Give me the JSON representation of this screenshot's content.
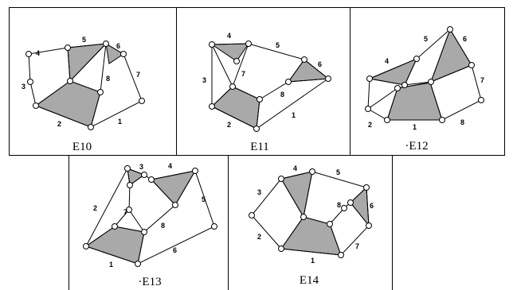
{
  "panels": [
    {
      "id": "e10",
      "caption": "E10",
      "edge_labels": [
        "1",
        "2",
        "3",
        "4",
        "5",
        "6",
        "7",
        "8"
      ]
    },
    {
      "id": "e11",
      "caption": "E11",
      "edge_labels": [
        "1",
        "2",
        "3",
        "4",
        "5",
        "6",
        "7",
        "8"
      ]
    },
    {
      "id": "e12",
      "caption": "·E12",
      "edge_labels": [
        "1",
        "2",
        "4",
        "5",
        "6",
        "7",
        "8"
      ]
    },
    {
      "id": "e13",
      "caption": "·E13",
      "edge_labels": [
        "1",
        "2",
        "3",
        "4",
        "5",
        "6",
        "7",
        "8"
      ]
    },
    {
      "id": "e14",
      "caption": "E14",
      "edge_labels": [
        "1",
        "2",
        "3",
        "4",
        "5",
        "6",
        "7",
        "8"
      ]
    }
  ]
}
